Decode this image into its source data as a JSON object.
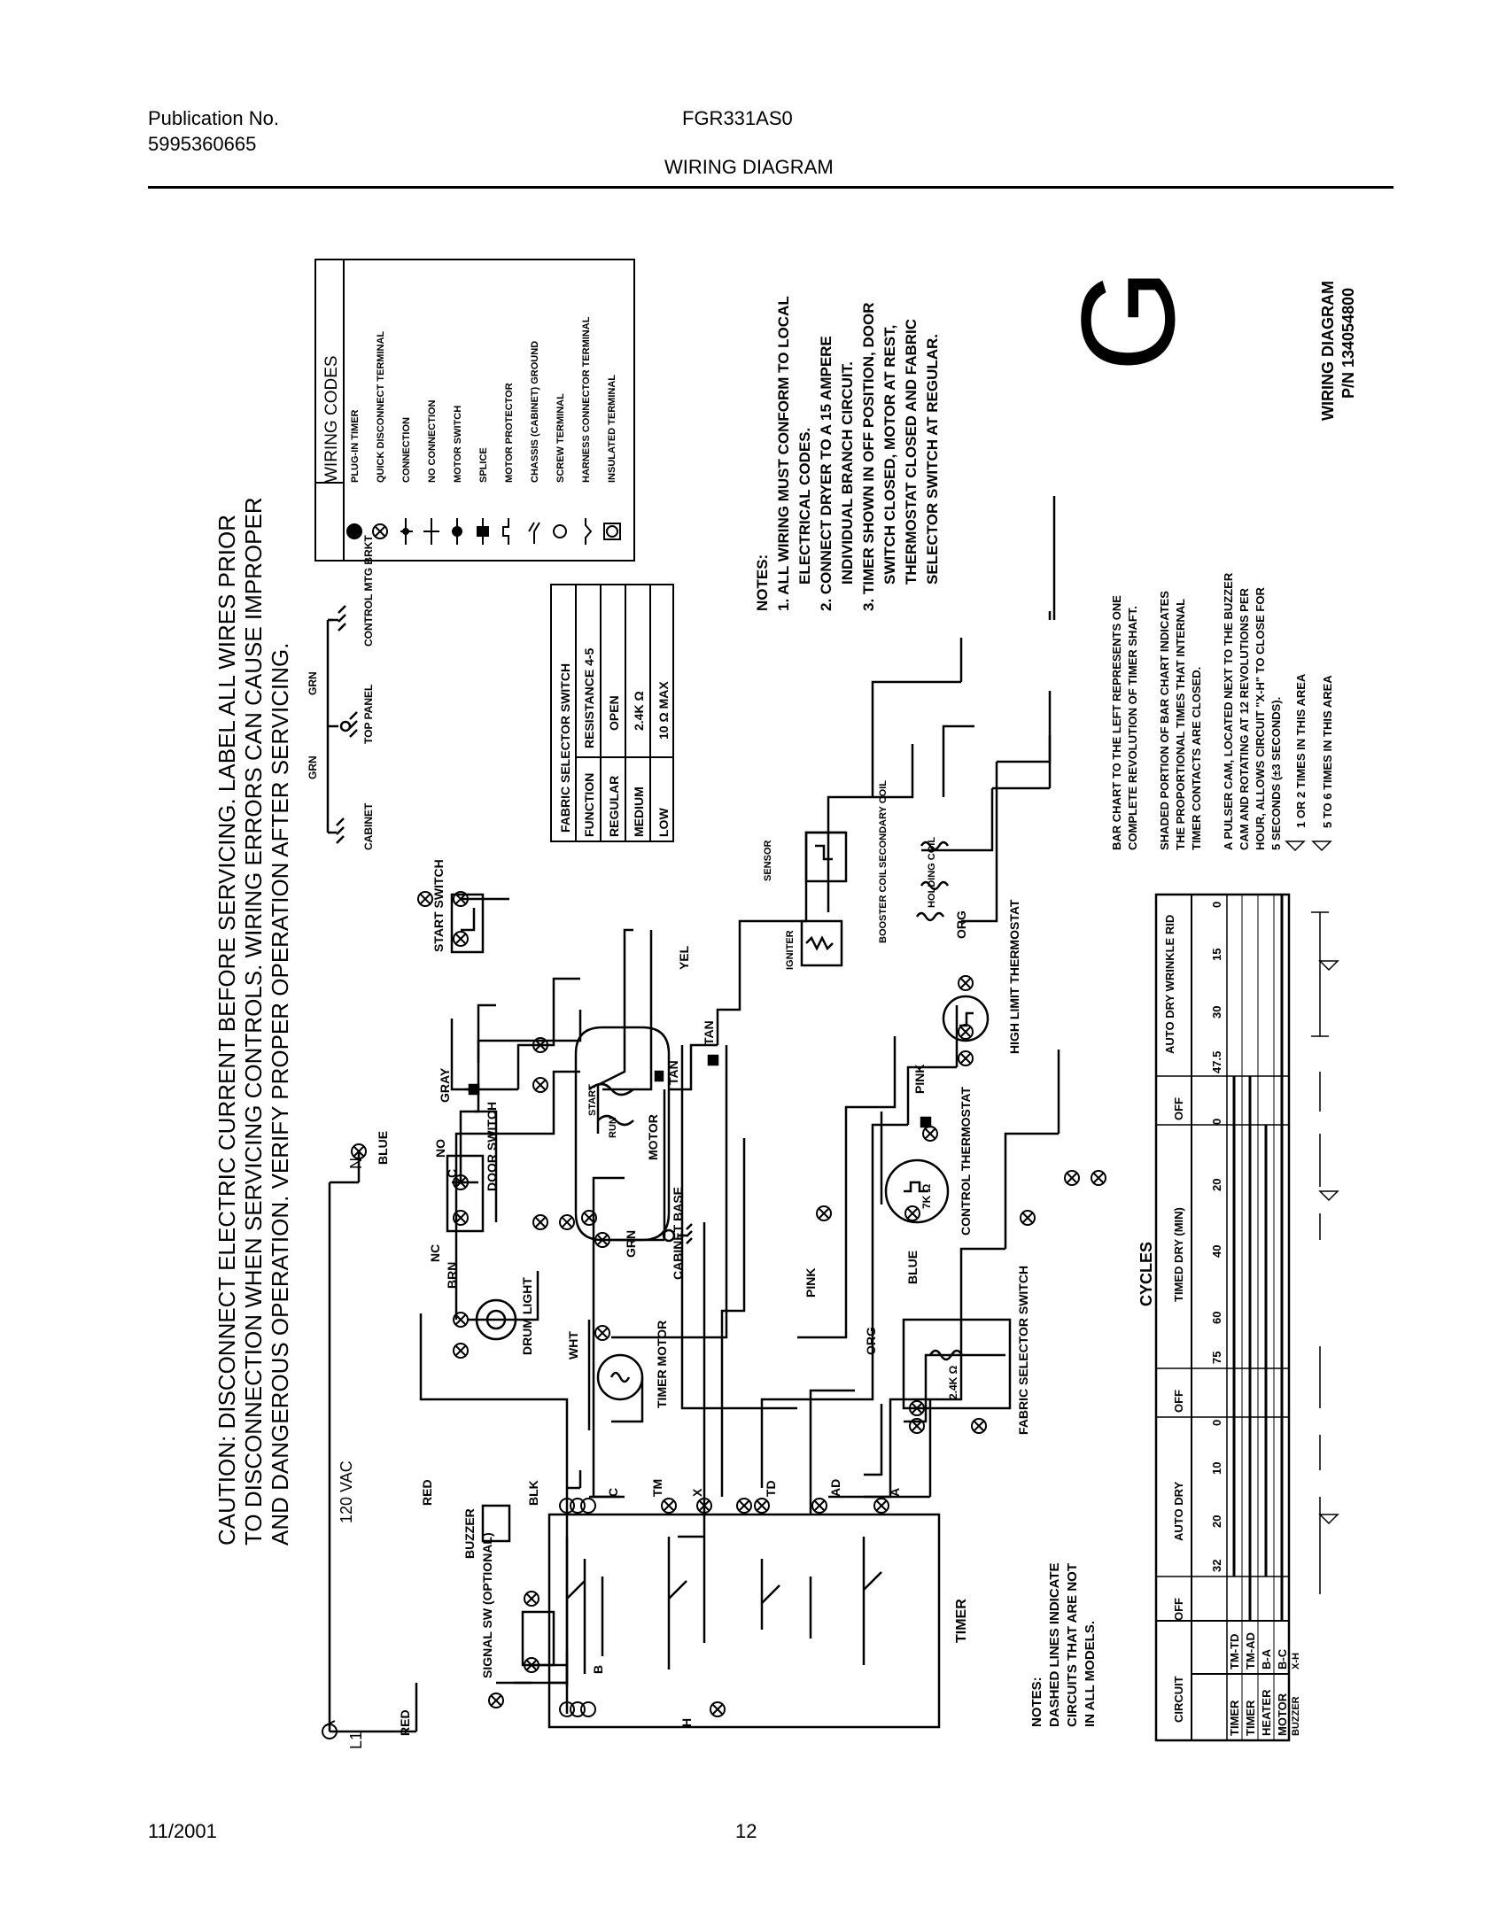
{
  "header": {
    "pub_label": "Publication No.",
    "pub_number": "5995360665",
    "model": "FGR331AS0",
    "title": "WIRING DIAGRAM"
  },
  "footer": {
    "date": "11/2001",
    "page": "12"
  },
  "caution": [
    "CAUTION: DISCONNECT ELECTRIC CURRENT BEFORE SERVICING. LABEL ALL WIRES PRIOR",
    "TO DISCONNECTION WHEN SERVICING CONTROLS. WIRING ERRORS CAN CAUSE IMPROPER",
    "AND DANGEROUS OPERATION. VERIFY PROPER OPERATION AFTER SERVICING."
  ],
  "wiring_codes": {
    "title": "WIRING CODES",
    "items": [
      "PLUG-IN TIMER",
      "QUICK DISCONNECT TERMINAL",
      "CONNECTION",
      "NO CONNECTION",
      "MOTOR SWITCH",
      "SPLICE",
      "MOTOR PROTECTOR",
      "CHASSIS (CABINET) GROUND",
      "SCREW TERMINAL",
      "HARNESS CONNECTOR TERMINAL",
      "INSULATED TERMINAL"
    ]
  },
  "notes_top": {
    "title": "NOTES:",
    "lines": [
      "1. ALL WIRING MUST CONFORM TO LOCAL",
      "ELECTRICAL CODES.",
      "2. CONNECT DRYER TO A 15 AMPERE",
      "INDIVIDUAL BRANCH CIRCUIT.",
      "3. TIMER SHOWN IN OFF POSITION, DOOR",
      "SWITCH CLOSED, MOTOR AT REST,",
      "THERMOSTAT CLOSED AND FABRIC",
      "SELECTOR SWITCH AT REGULAR."
    ]
  },
  "logo": {
    "letter": "G",
    "line1": "WIRING DIAGRAM",
    "line2": "P/N 134054800"
  },
  "fabric_table": {
    "title": "FABRIC SELECTOR SWITCH",
    "headers": [
      "FUNCTION",
      "RESISTANCE 4-5"
    ],
    "rows": [
      [
        "REGULAR",
        "OPEN"
      ],
      [
        "MEDIUM",
        "2.4K Ω"
      ],
      [
        "LOW",
        "10 Ω MAX"
      ]
    ]
  },
  "grounds": [
    "CABINET",
    "TOP PANEL",
    "CONTROL MTG BRKT"
  ],
  "wire_labels": {
    "grn": "GRN",
    "vac": "120 VAC",
    "l1": "L1",
    "n": "N",
    "red": "RED",
    "blue": "BLUE",
    "brn": "BRN",
    "gray": "GRAY",
    "yel": "YEL",
    "tan": "TAN",
    "wht": "WHT",
    "pink": "PINK",
    "org": "ORG",
    "blk": "BLK",
    "c": "C",
    "no": "NO",
    "nc": "NC"
  },
  "components": {
    "door_switch": "DOOR SWITCH",
    "start_switch": "START SWITCH",
    "drum_light": "DRUM LIGHT",
    "timer_motor": "TIMER MOTOR",
    "motor": "MOTOR",
    "start": "START",
    "run": "RUN",
    "cabinet_base": "CABINET BASE",
    "high_limit": "HIGH LIMIT THERMOSTAT",
    "control_thermostat": "CONTROL THERMOSTAT",
    "fabric_switch": "FABRIC SELECTOR SWITCH",
    "igniter": "IGNITER",
    "sensor": "SENSOR",
    "booster_coil": "BOOSTER COIL",
    "holding_coil": "HOLDING COIL",
    "secondary_coil": "SECONDARY COIL",
    "buzzer": "BUZZER",
    "signal_sw": "SIGNAL SW (OPTIONAL)",
    "timer": "TIMER",
    "r7k": "7K Ω",
    "r24k": "2.4K Ω"
  },
  "terminals": [
    "B",
    "H",
    "C",
    "TM",
    "X",
    "TD",
    "AD",
    "A"
  ],
  "notes_bottom": {
    "title": "NOTES:",
    "lines": [
      "DASHED LINES INDICATE",
      "CIRCUITS THAT ARE NOT",
      "IN ALL MODELS."
    ]
  },
  "bar_notes": [
    "BAR CHART TO THE LEFT REPRESENTS ONE",
    "COMPLETE REVOLUTION OF TIMER SHAFT.",
    "SHADED PORTION OF BAR CHART INDICATES",
    "THE PROPORTIONAL TIMES THAT INTERNAL",
    "TIMER CONTACTS ARE CLOSED.",
    "A PULSER CAM, LOCATED NEXT TO THE BUZZER",
    "CAM AND ROTATING AT 12 REVOLUTIONS PER",
    "HOUR, ALLOWS CIRCUIT \"X-H\" TO CLOSE FOR",
    "5 SECONDS (±3 SECONDS).",
    "1 OR 2 TIMES IN THIS AREA",
    "5 TO 6 TIMES IN THIS AREA"
  ],
  "cycles": {
    "title": "CYCLES",
    "circuit_label": "CIRCUIT",
    "circuits": [
      [
        "TIMER",
        "TM-TD"
      ],
      [
        "TIMER",
        "TM-AD"
      ],
      [
        "HEATER",
        "B-A"
      ],
      [
        "MOTOR",
        "B-C"
      ],
      [
        "BUZZER",
        "X-H"
      ]
    ],
    "sections": [
      "OFF",
      "AUTO DRY",
      "OFF",
      "TIMED DRY (MIN)",
      "OFF",
      "AUTO DRY WRINKLE RID"
    ],
    "ticks": [
      "32",
      "20",
      "10",
      "0",
      "75",
      "60",
      "40",
      "20",
      "0",
      "47.5",
      "30",
      "15",
      "0"
    ]
  }
}
